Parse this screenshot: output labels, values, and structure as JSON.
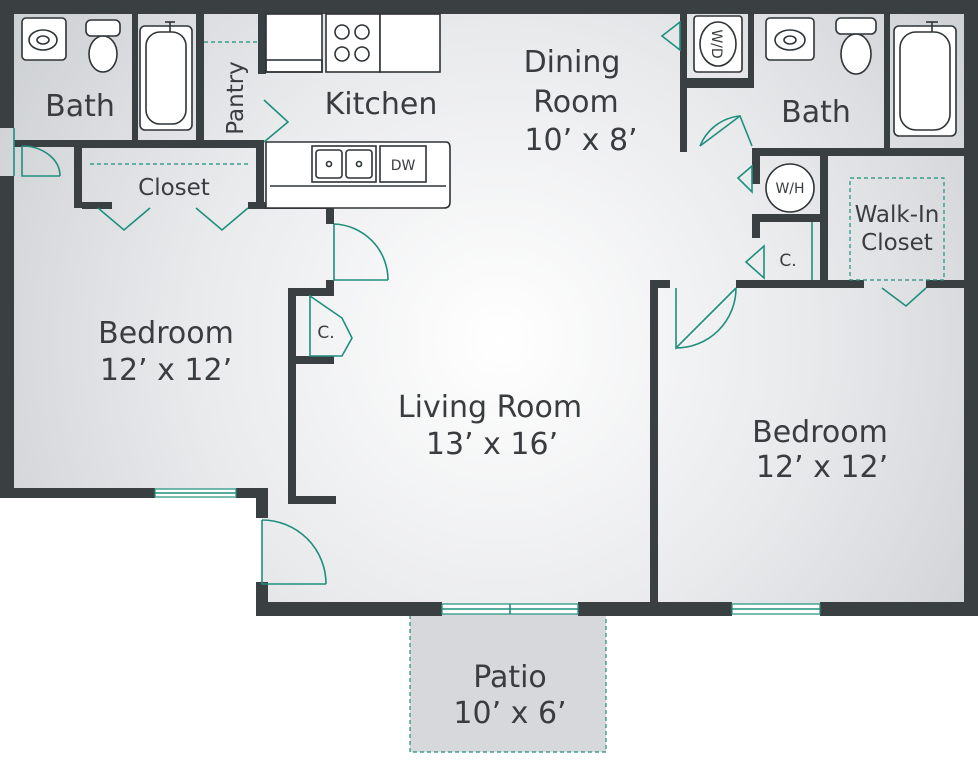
{
  "floor_plan": {
    "rooms": {
      "bath_left": {
        "name": "Bath"
      },
      "pantry": {
        "name": "Pantry"
      },
      "kitchen": {
        "name": "Kitchen"
      },
      "dining": {
        "name_line1": "Dining",
        "name_line2": "Room",
        "dims": "10’ x 8’"
      },
      "bath_right": {
        "name": "Bath"
      },
      "closet_left": {
        "name": "Closet"
      },
      "bedroom_left": {
        "name": "Bedroom",
        "dims": "12’ x 12’"
      },
      "living": {
        "name": "Living Room",
        "dims": "13’ x 16’"
      },
      "bedroom_right": {
        "name": "Bedroom",
        "dims": "12’ x 12’"
      },
      "walkin": {
        "name_line1": "Walk-In",
        "name_line2": "Closet"
      },
      "patio": {
        "name": "Patio",
        "dims": "10’ x 6’"
      }
    },
    "fixtures": {
      "dishwasher": "DW",
      "washer_dryer": "W/D",
      "water_heater": "W/H",
      "closet_small_1": "C.",
      "closet_small_2": "C."
    },
    "colors": {
      "wall": "#3a3f41",
      "floor": "#d8dadd",
      "floor_center": "#ffffff",
      "door": "#1f8f7d"
    }
  }
}
